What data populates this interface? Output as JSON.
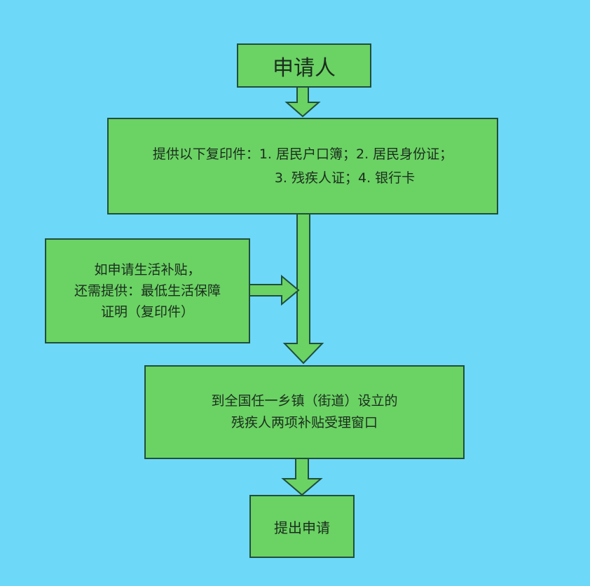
{
  "colors": {
    "background": "#6ed8f9",
    "box_fill": "#6bd264",
    "border": "#1f4f3a",
    "text": "#1b2d1e"
  },
  "nodes": {
    "applicant": {
      "label": "申请人"
    },
    "documents": {
      "lines": [
        "提供以下复印件：1. 居民户口簿；2. 居民身份证；",
        "3. 残疾人证；4. 银行卡"
      ]
    },
    "living_subsidy": {
      "lines": [
        "如申请生活补贴，",
        "还需提供：最低生活保障",
        "证明（复印件）"
      ]
    },
    "window": {
      "lines": [
        "到全国任一乡镇（街道）设立的",
        "残疾人两项补贴受理窗口"
      ]
    },
    "submit": {
      "label": "提出申请"
    }
  }
}
